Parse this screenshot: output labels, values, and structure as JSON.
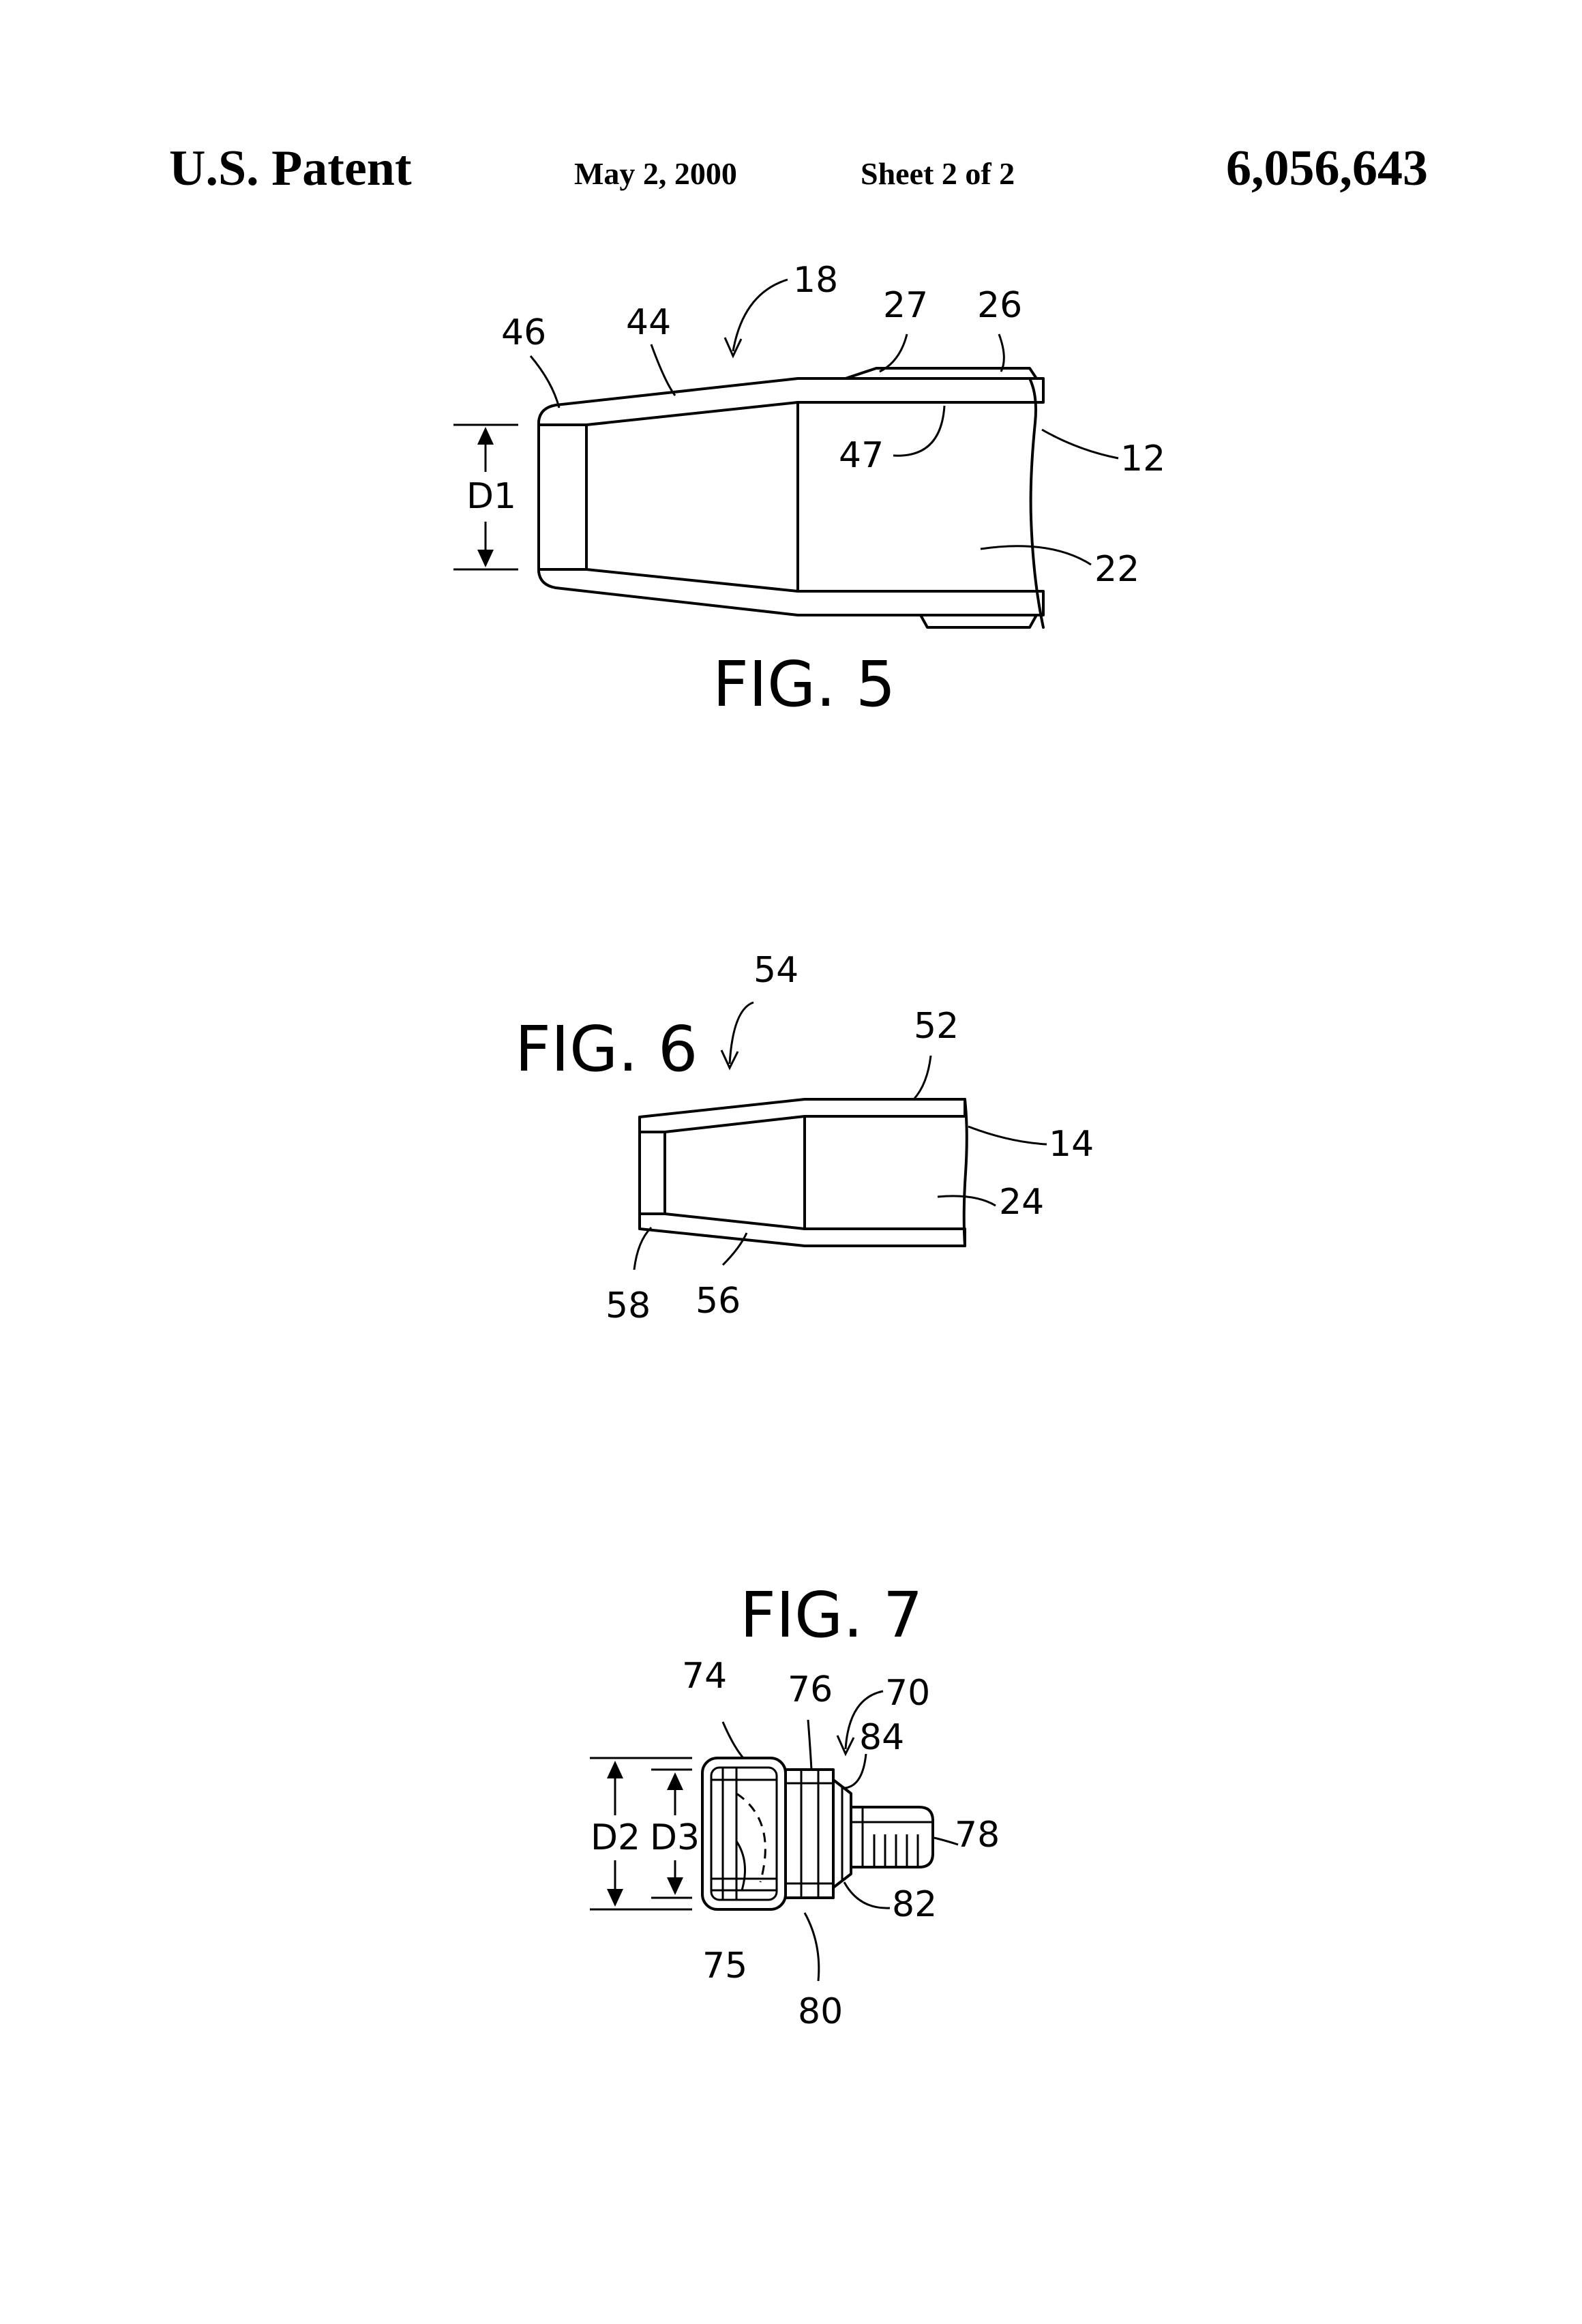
{
  "header": {
    "left": "U.S. Patent",
    "date": "May 2, 2000",
    "sheet": "Sheet 2 of 2",
    "number": "6,056,643"
  },
  "fig5": {
    "title": "FIG. 5",
    "labels": {
      "l18": "18",
      "l46": "46",
      "l44": "44",
      "l27": "27",
      "l26": "26",
      "l47": "47",
      "l12": "12",
      "l22": "22",
      "d1": "D1"
    }
  },
  "fig6": {
    "title": "FIG. 6",
    "labels": {
      "l54": "54",
      "l52": "52",
      "l14": "14",
      "l24": "24",
      "l58": "58",
      "l56": "56"
    }
  },
  "fig7": {
    "title": "FIG. 7",
    "labels": {
      "l74": "74",
      "l76": "76",
      "l70": "70",
      "l84": "84",
      "l78": "78",
      "l82": "82",
      "l75": "75",
      "l80": "80",
      "d2": "D2",
      "d3": "D3"
    }
  }
}
